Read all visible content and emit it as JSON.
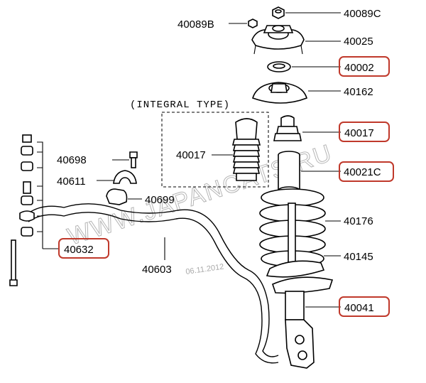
{
  "labels": {
    "p40089C": "40089C",
    "p40089B": "40089B",
    "p40025": "40025",
    "p40002": "40002",
    "p40162": "40162",
    "integral": "(INTEGRAL TYPE)",
    "p40017_left": "40017",
    "p40017_right": "40017",
    "p40021C": "40021C",
    "p40698": "40698",
    "p40611": "40611",
    "p40699": "40699",
    "p40176": "40176",
    "p40632": "40632",
    "p40145": "40145",
    "p40603": "40603",
    "p40041": "40041"
  },
  "watermark": "WWW.JAPANCATS.RU",
  "date_stamp": "06.11.2012",
  "colors": {
    "highlight": "#c0392b",
    "ink": "#000000",
    "watermark": "#b5b5b5"
  }
}
